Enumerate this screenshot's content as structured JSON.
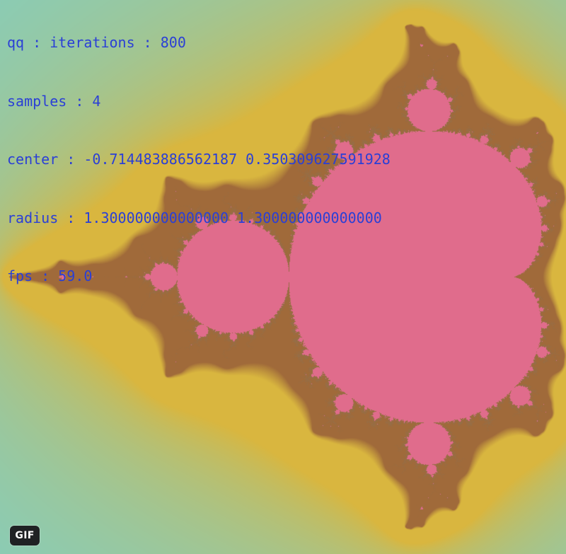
{
  "hud": {
    "partial_top_line": "qq : iterations : 800",
    "samples": "samples : 4",
    "center": "center : -0.714483886562187 0.350309627591928",
    "radius": "radius : 1.300000000000000 1.300000000000000",
    "fps": "fps : 59.0"
  },
  "badge": {
    "label": "GIF"
  },
  "fractal": {
    "set": "mandelbrot",
    "center_re": -0.714483886562187,
    "center_im": 0.350309627591928,
    "radius": 1.3,
    "iterations": 800,
    "colors": {
      "interior": "#e06c8c",
      "near": "#a06a3a",
      "band": "#d9b63f",
      "far": "#6fd3de"
    }
  }
}
